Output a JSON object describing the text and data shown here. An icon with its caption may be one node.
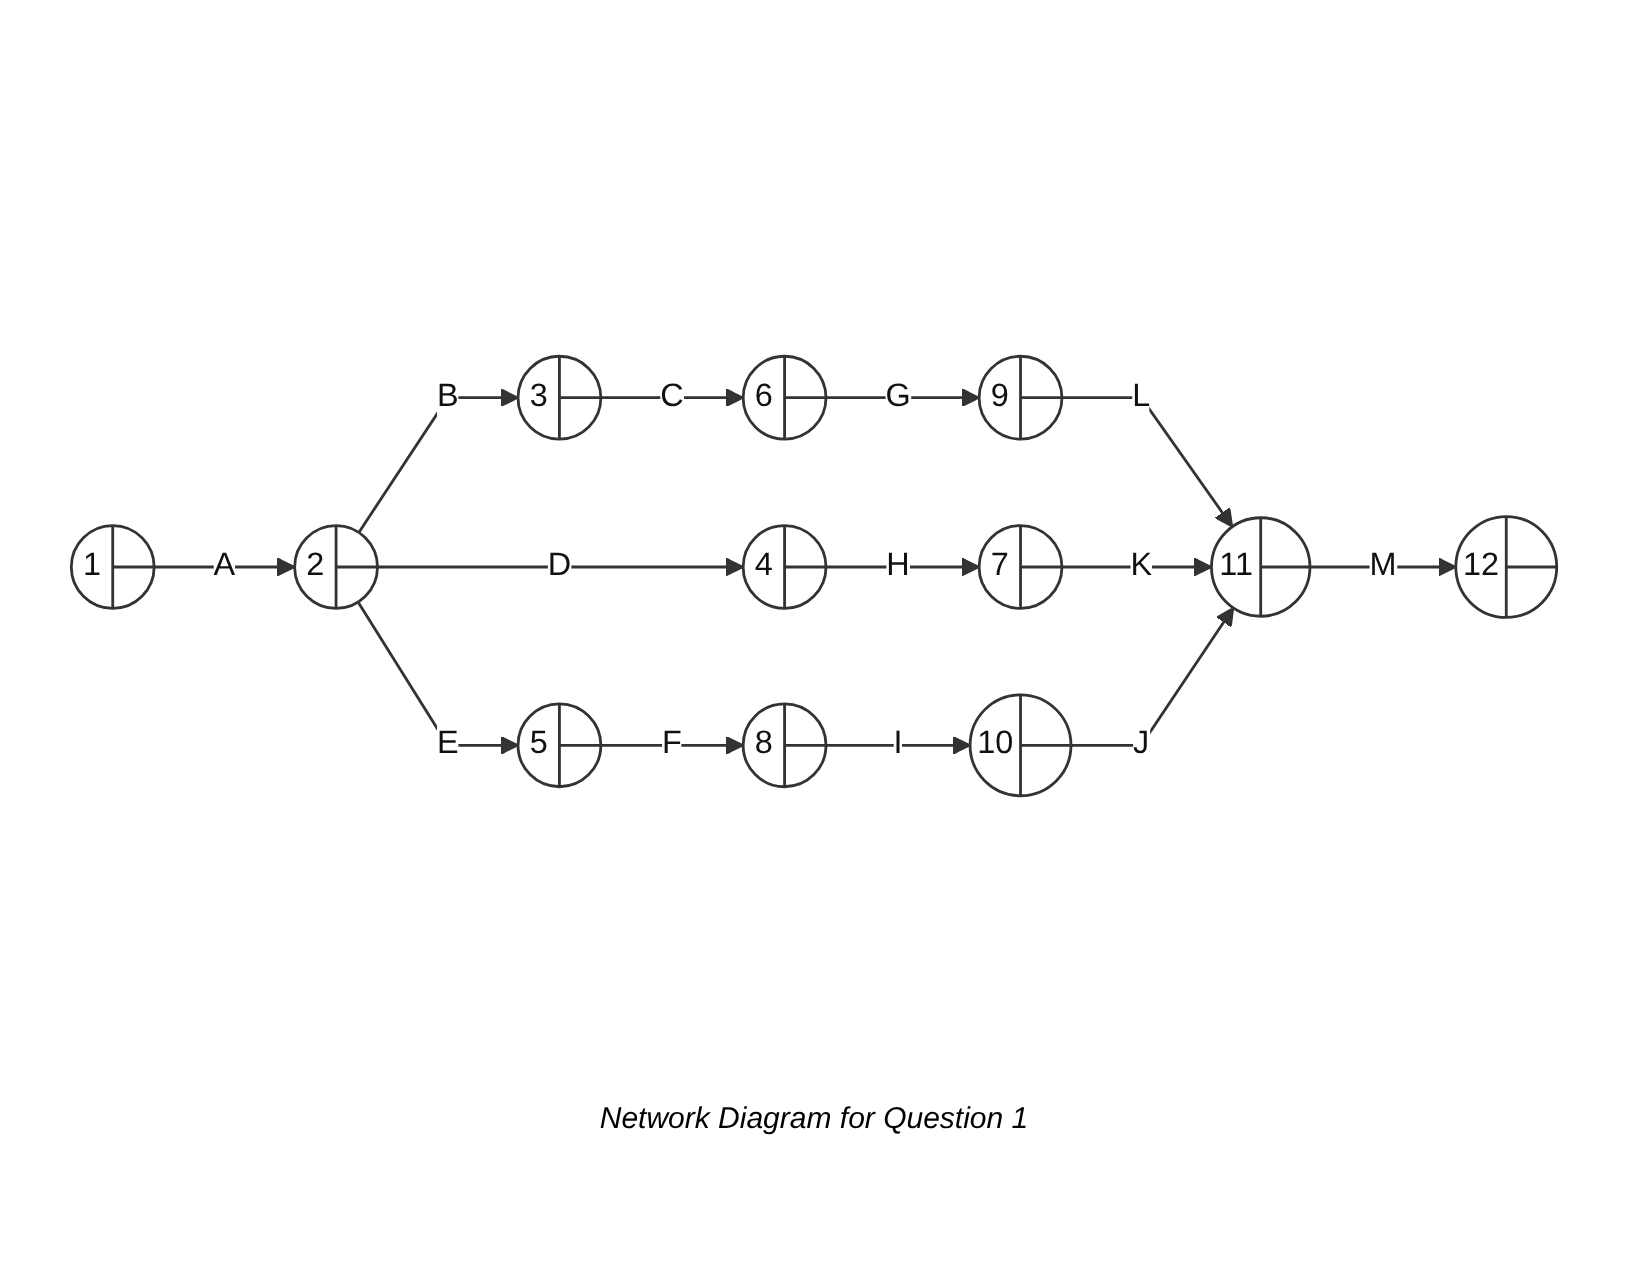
{
  "diagram": {
    "caption": "Network Diagram for Question 1",
    "nodes": [
      {
        "text": [
          "1"
        ]
      },
      {
        "text": [
          "2"
        ]
      },
      {
        "text": [
          "3"
        ]
      },
      {
        "text": [
          "4"
        ]
      },
      {
        "text": [
          "5"
        ]
      },
      {
        "text": [
          "6"
        ]
      },
      {
        "text": [
          "7"
        ]
      },
      {
        "text": [
          "8"
        ]
      },
      {
        "text": [
          "9"
        ]
      },
      {
        "text": [
          "10"
        ]
      },
      {
        "text": [
          "11"
        ]
      },
      {
        "text": [
          "12"
        ]
      }
    ],
    "edges": [
      {
        "from": 0,
        "to": 1,
        "arrow": "to",
        "label": "A"
      },
      {
        "from": 1,
        "to": 2,
        "arrow": "to",
        "label": "B"
      },
      {
        "from": 1,
        "to": 3,
        "arrow": "to",
        "label": "D"
      },
      {
        "from": 1,
        "to": 4,
        "arrow": "to",
        "label": "E"
      },
      {
        "from": 2,
        "to": 5,
        "arrow": "to",
        "label": "C"
      },
      {
        "from": 3,
        "to": 6,
        "arrow": "to",
        "label": "H"
      },
      {
        "from": 4,
        "to": 7,
        "arrow": "to",
        "label": "F"
      },
      {
        "from": 5,
        "to": 8,
        "arrow": "to",
        "label": "G"
      },
      {
        "from": 7,
        "to": 9,
        "arrow": "to",
        "label": "I"
      },
      {
        "from": 8,
        "to": 10,
        "arrow": "to",
        "label": "L"
      },
      {
        "from": 6,
        "to": 10,
        "arrow": "to",
        "label": "K"
      },
      {
        "from": 9,
        "to": 10,
        "arrow": "to",
        "label": "J"
      },
      {
        "from": 10,
        "to": 11,
        "arrow": "to",
        "label": "M"
      }
    ]
  }
}
